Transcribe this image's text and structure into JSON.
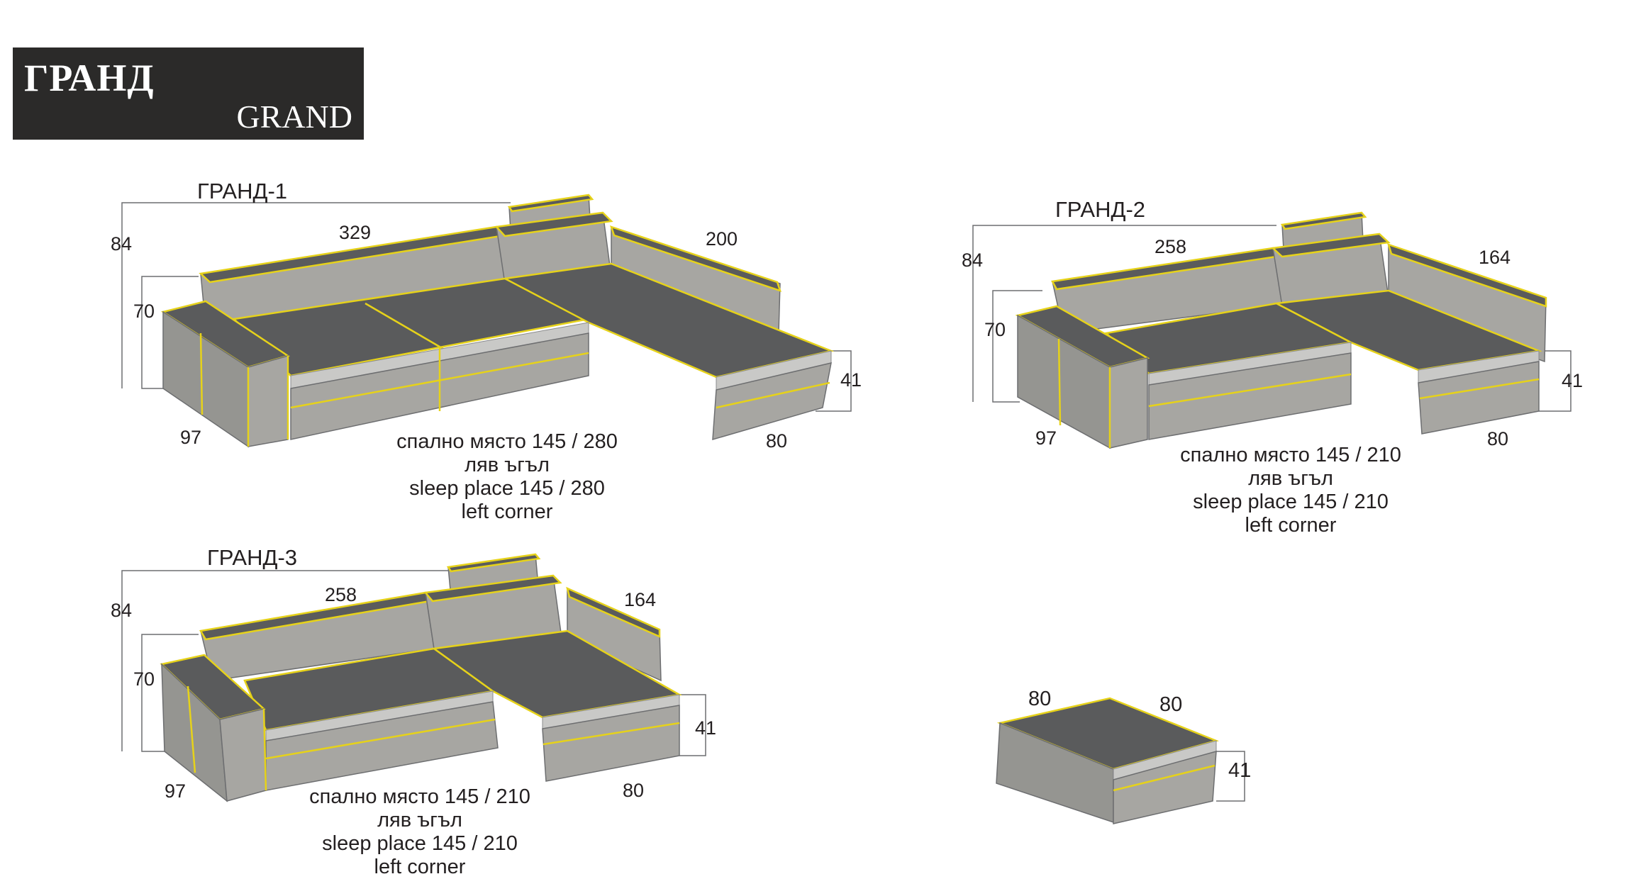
{
  "header": {
    "title_bg": "ГРАНД",
    "title_en": "GRAND"
  },
  "colors": {
    "fabric": "#a7a6a2",
    "seat": "#5a5b5c",
    "edge": "#e6d21a",
    "line": "#6d6e70"
  },
  "models": [
    {
      "name": "ГРАНД-1",
      "dims": {
        "height_total": "84",
        "height_back": "70",
        "length_main": "329",
        "length_side": "200",
        "seat_height": "41",
        "depth": "97",
        "chaise_width": "80"
      },
      "caption": [
        "спално място 145 / 280",
        "ляв ъгъл",
        "sleep place 145 / 280",
        "left corner"
      ]
    },
    {
      "name": "ГРАНД-2",
      "dims": {
        "height_total": "84",
        "height_back": "70",
        "length_main": "258",
        "length_side": "164",
        "seat_height": "41",
        "depth": "97",
        "chaise_width": "80"
      },
      "caption": [
        "спално място 145 / 210",
        "ляв ъгъл",
        "sleep place 145 / 210",
        "left corner"
      ]
    },
    {
      "name": "ГРАНД-3",
      "dims": {
        "height_total": "84",
        "height_back": "70",
        "length_main": "258",
        "length_side": "164",
        "seat_height": "41",
        "depth": "97",
        "chaise_width": "80"
      },
      "caption": [
        "спално място 145 / 210",
        "ляв ъгъл",
        "sleep place 145 / 210",
        "left corner"
      ]
    }
  ],
  "pouf": {
    "width": "80",
    "depth": "80",
    "height": "41"
  }
}
